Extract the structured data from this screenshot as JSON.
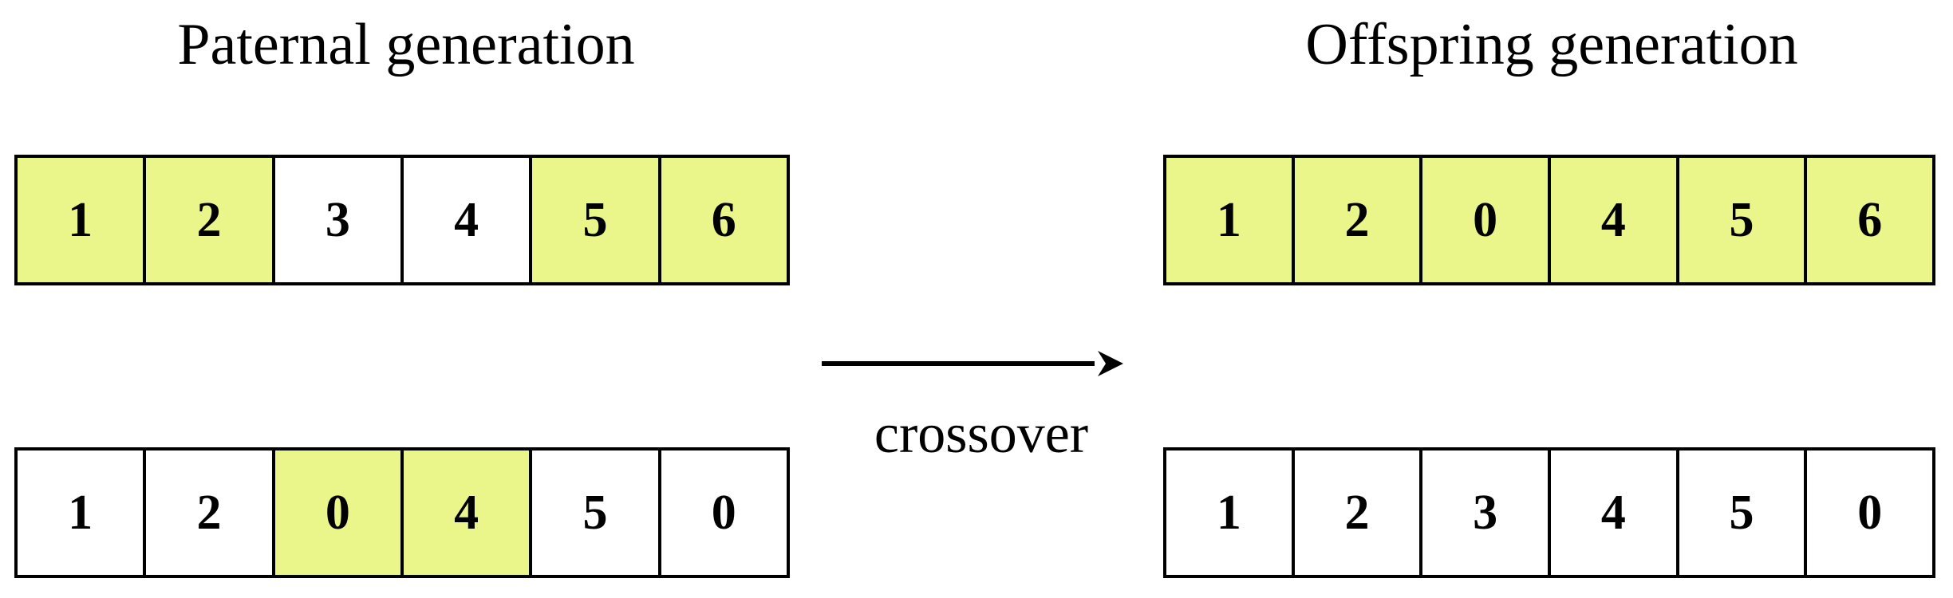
{
  "headings": {
    "left": "Paternal generation",
    "right": "Offspring generation"
  },
  "operation_label": "crossover",
  "highlight_color": "#eaf58a",
  "base_color": "#ffffff",
  "parent_1": [
    {
      "value": "1",
      "highlighted": true
    },
    {
      "value": "2",
      "highlighted": true
    },
    {
      "value": "3",
      "highlighted": false
    },
    {
      "value": "4",
      "highlighted": false
    },
    {
      "value": "5",
      "highlighted": true
    },
    {
      "value": "6",
      "highlighted": true
    }
  ],
  "parent_2": [
    {
      "value": "1",
      "highlighted": false
    },
    {
      "value": "2",
      "highlighted": false
    },
    {
      "value": "0",
      "highlighted": true
    },
    {
      "value": "4",
      "highlighted": true
    },
    {
      "value": "5",
      "highlighted": false
    },
    {
      "value": "0",
      "highlighted": false
    }
  ],
  "offspring_1": [
    {
      "value": "1",
      "highlighted": true
    },
    {
      "value": "2",
      "highlighted": true
    },
    {
      "value": "0",
      "highlighted": true
    },
    {
      "value": "4",
      "highlighted": true
    },
    {
      "value": "5",
      "highlighted": true
    },
    {
      "value": "6",
      "highlighted": true
    }
  ],
  "offspring_2": [
    {
      "value": "1",
      "highlighted": false
    },
    {
      "value": "2",
      "highlighted": false
    },
    {
      "value": "3",
      "highlighted": false
    },
    {
      "value": "4",
      "highlighted": false
    },
    {
      "value": "5",
      "highlighted": false
    },
    {
      "value": "0",
      "highlighted": false
    }
  ]
}
